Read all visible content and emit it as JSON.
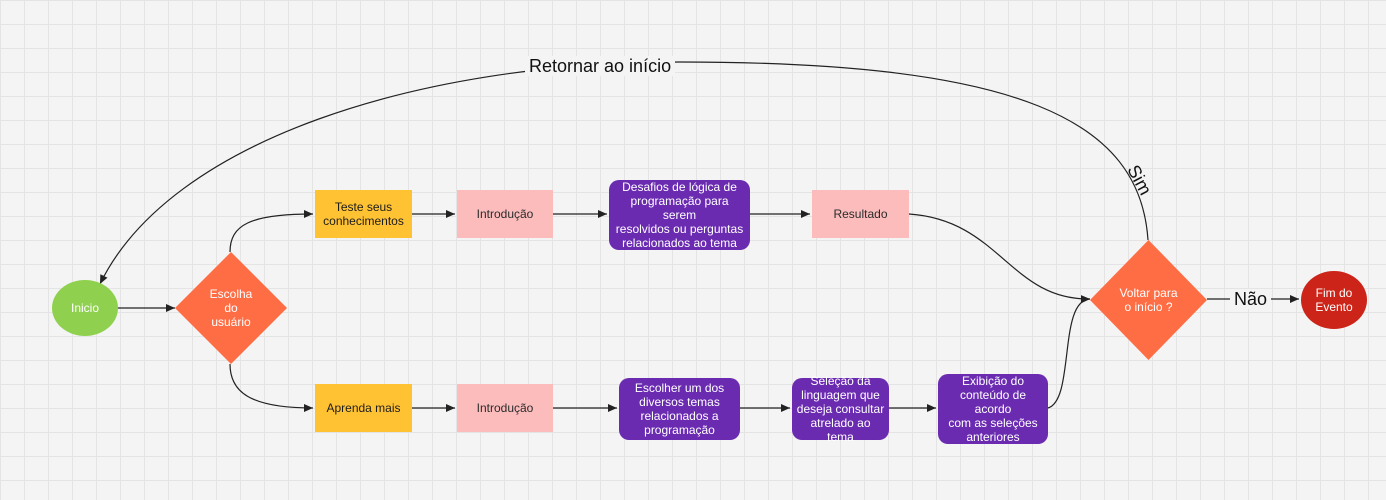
{
  "nodes": {
    "inicio": "Inicio",
    "escolha": "Escolha\ndo\nusuário",
    "teste": "Teste seus\nconhecimentos",
    "aprenda": "Aprenda mais",
    "intro_top": "Introdução",
    "intro_bottom": "Introdução",
    "desafios": "Desafios de lógica de\nprogramação para serem\nresolvidos ou perguntas\nrelacionados ao tema",
    "resultado": "Resultado",
    "escolher": "Escolher um dos\ndiversos temas\nrelacionados a\nprogramação",
    "selecao": "Seleção da\nlinguagem que\ndeseja consultar\natrelado ao tema",
    "exibicao": "Exibição do\nconteúdo de acordo\ncom as seleções\nanteriores",
    "voltar": "Voltar para\no início ?",
    "fim": "Fim do\nEvento"
  },
  "edge_labels": {
    "retornar": "Retornar ao início",
    "sim": "Sim",
    "nao": "Não"
  },
  "colors": {
    "start": "#8fd14f",
    "decision": "#ff6d45",
    "section": "#ffc233",
    "intro": "#fcbcbc",
    "process": "#6a2bb1",
    "end": "#cc2418"
  }
}
